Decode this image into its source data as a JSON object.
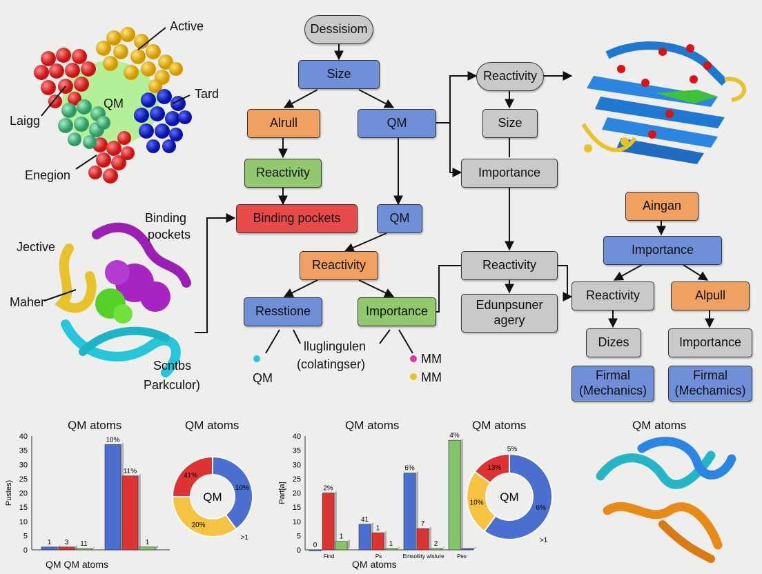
{
  "colors": {
    "blue": "#4a6fcf",
    "red": "#dd3333",
    "green": "#86c46a",
    "orange": "#f0a060",
    "gray": "#c9c9c9",
    "yellow": "#f5c242"
  },
  "flow": {
    "dessisiom": "Dessisiom",
    "size": "Size",
    "alrull": "Alrull",
    "qm1": "QM",
    "reactivity_green": "Reactivity",
    "binding_pockets": "Binding pockets",
    "qm2": "QM",
    "reactivity_orange": "Reactivity",
    "resstione": "Resstione",
    "importance_green": "Importance",
    "reactivity_top": "Reactivity",
    "size2": "Size",
    "importance_gray": "Importance",
    "reactivity_mid": "Reactivity",
    "edunpsuner": "Edunpsuner agery",
    "aingan": "Aingan",
    "importance_blue": "Importance",
    "reactivity_right": "Reactivity",
    "alpull": "Alpull",
    "dizes": "Dizes",
    "importance_right": "Importance",
    "firmal1": "Firmal (Mechanics)",
    "firmal2": "Firmal (Mechamics)"
  },
  "labels": {
    "active": "Active",
    "tard": "Tard",
    "laigg": "Laigg",
    "enegion": "Enegion",
    "qm_center": "QM",
    "binding": "Binding",
    "pockets": "pockets",
    "jective": "Jective",
    "maher": "Maher",
    "scntbs": "Scntbs",
    "parkculor": "Parkculor)",
    "iluglingulen": "lluglingulen",
    "colatingser": "(colatingser)",
    "legend_qm": "QM",
    "legend_mm1": "MM",
    "legend_mm2": "MM"
  },
  "chart_data": [
    {
      "type": "bar",
      "title": "QM atoms",
      "xlabel": "QM QM atoms",
      "ylabel": "Pustes)",
      "ylim": [
        0,
        40
      ],
      "yticks": [
        "0",
        "5",
        "10",
        "15",
        "20",
        "25",
        "30",
        "35",
        "40"
      ],
      "groups": [
        {
          "values": [
            1,
            1,
            0.5
          ],
          "labels": [
            "1",
            "3",
            "11"
          ]
        },
        {
          "values": [
            37,
            26,
            1
          ],
          "labels": [
            "10%",
            "11%",
            "1"
          ]
        }
      ]
    },
    {
      "type": "pie",
      "title": "QM atoms",
      "center_label": "QM",
      "slices": [
        {
          "value": 40,
          "color": "#4a6fcf",
          "label": "10%"
        },
        {
          "value": 35,
          "color": "#f5c242",
          "label": "20%"
        },
        {
          "value": 25,
          "color": "#dd3333",
          "label": "41%"
        }
      ],
      "extra_label": ">1"
    },
    {
      "type": "bar",
      "title": "QM atoms",
      "xlabel": "QM atoms",
      "ylabel": "Part[a]",
      "ylim": [
        0,
        40
      ],
      "yticks": [
        "0",
        "5",
        "10",
        "15",
        "20",
        "25",
        "30",
        "35",
        "40"
      ],
      "groups": [
        {
          "values": [
            0,
            20,
            3
          ],
          "labels": [
            "0",
            "2%",
            "1"
          ],
          "cat": "Find"
        },
        {
          "values": [
            9,
            6,
            0.5
          ],
          "labels": [
            "41",
            "1",
            "1"
          ],
          "cat": "Ps"
        },
        {
          "values": [
            27,
            7.5,
            0.5
          ],
          "labels": [
            "6%",
            "7",
            "2"
          ],
          "cat": "Emsotiity wlsture"
        },
        {
          "values": [
            38.5,
            0.5
          ],
          "labels": [
            "4%",
            ""
          ],
          "cat": "Pes",
          "colors": [
            "#86c46a",
            "#4a6fcf"
          ]
        }
      ]
    },
    {
      "type": "pie",
      "title": "QM atoms",
      "center_label": "QM",
      "slices": [
        {
          "value": 60,
          "color": "#4a6fcf",
          "label": "6%"
        },
        {
          "value": 25,
          "color": "#f5c242",
          "label": "10%"
        },
        {
          "value": 15,
          "color": "#dd3333",
          "label": "13%"
        }
      ],
      "top_label": "5%",
      "extra_label": ">1"
    },
    {
      "type": "other",
      "title": "QM atoms"
    }
  ]
}
